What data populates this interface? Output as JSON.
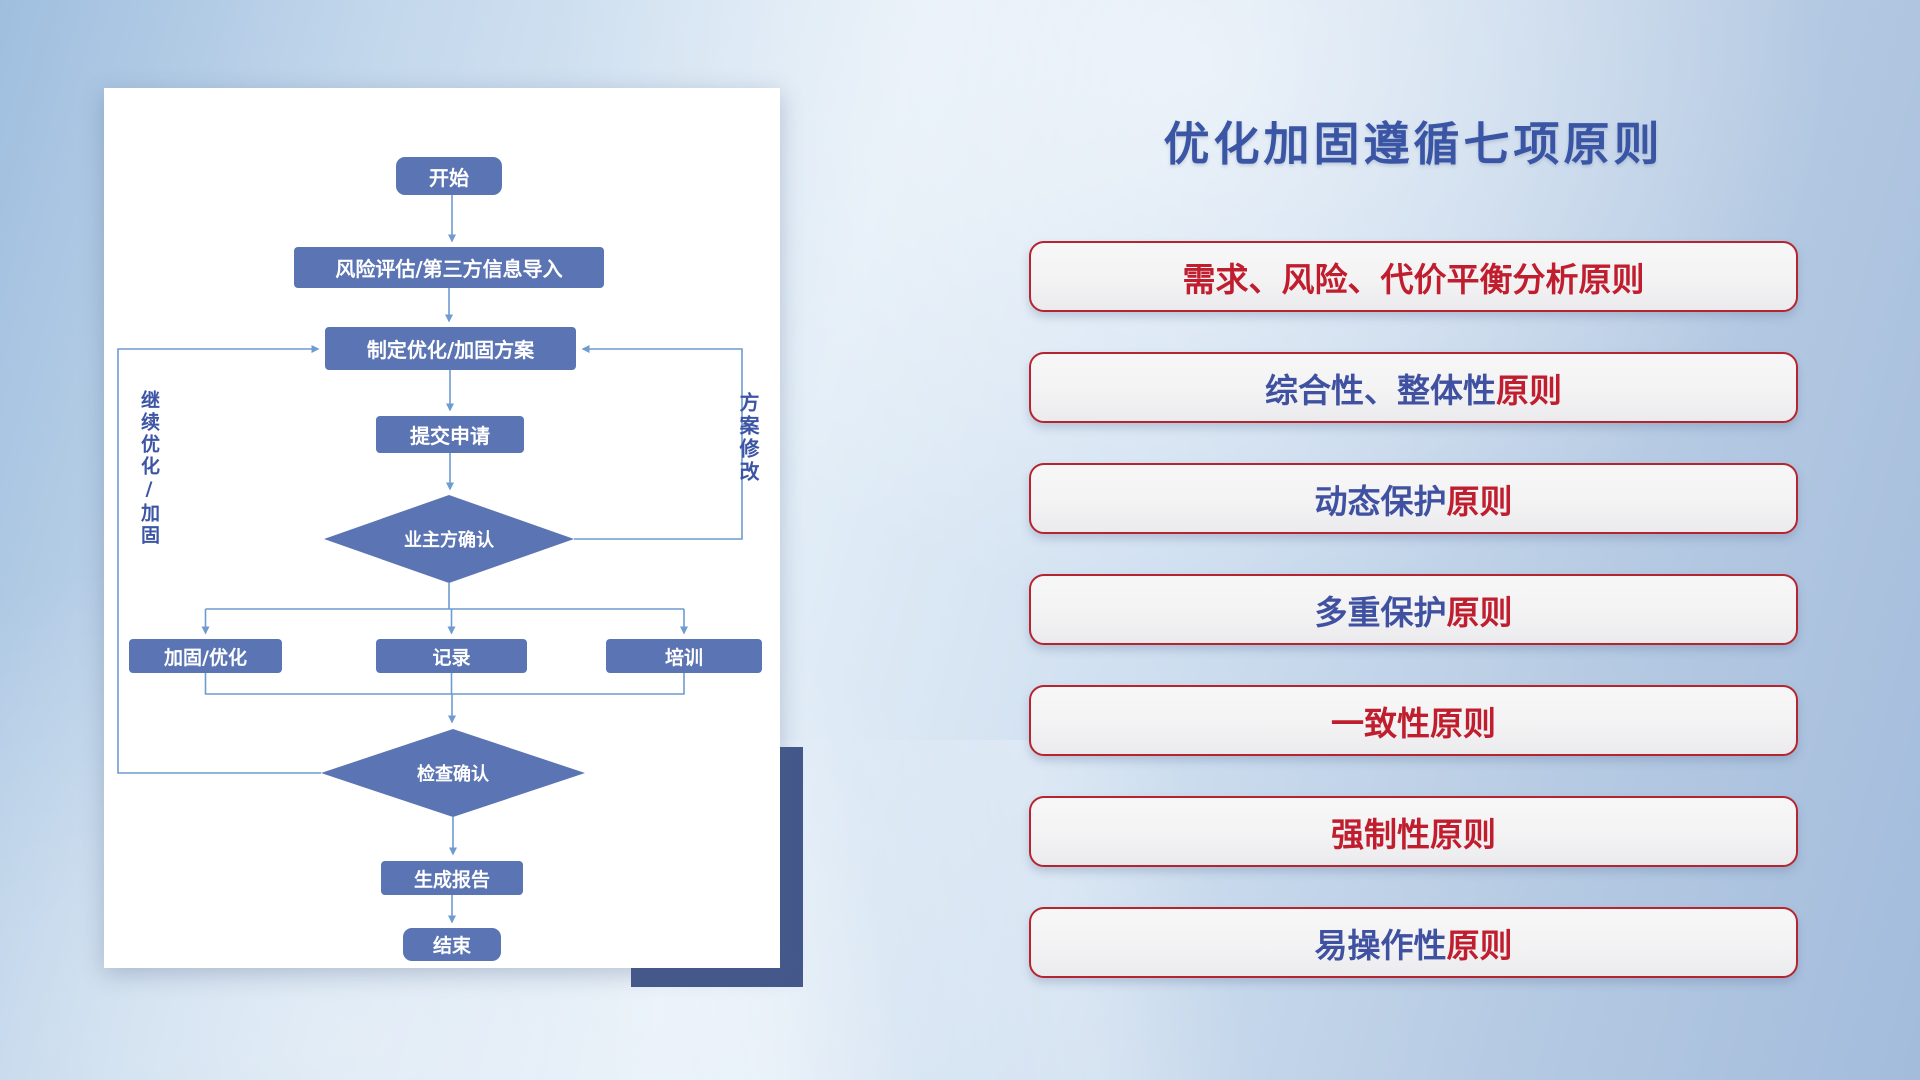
{
  "title": "优化加固遵循七项原则",
  "colors": {
    "title": "#3a55a4",
    "principle_red": "#c01e2e",
    "principle_blue": "#3f51a0",
    "node_fill": "#5b74b4",
    "connector": "#6f9bd1",
    "pill_border": "#b5252f",
    "pill_bg": "#f3f3f4",
    "loop_label": "#3d55a5",
    "card_shadow_rect": "#45588c"
  },
  "flowchart": {
    "start": "开始",
    "risk_import": "风险评估/第三方信息导入",
    "make_plan": "制定优化/加固方案",
    "submit": "提交申请",
    "owner_confirm": "业主方确认",
    "harden_optimize": "加固/优化",
    "record": "记录",
    "training": "培训",
    "check_confirm": "检查确认",
    "report": "生成报告",
    "end": "结束",
    "left_loop_label": "继续优化/加固",
    "right_loop_label": "方案修改"
  },
  "principles": {
    "items": [
      {
        "parts": [
          {
            "text": "需求、风险、代价平衡分析原则",
            "color": "red"
          }
        ]
      },
      {
        "parts": [
          {
            "text": "综合性、整体性",
            "color": "blue"
          },
          {
            "text": "原则",
            "color": "red"
          }
        ]
      },
      {
        "parts": [
          {
            "text": "动态保护",
            "color": "blue"
          },
          {
            "text": "原则",
            "color": "red"
          }
        ]
      },
      {
        "parts": [
          {
            "text": "多重保护",
            "color": "blue"
          },
          {
            "text": "原则",
            "color": "red"
          }
        ]
      },
      {
        "parts": [
          {
            "text": "一致性原则",
            "color": "red"
          }
        ]
      },
      {
        "parts": [
          {
            "text": "强制性原则",
            "color": "red"
          }
        ]
      },
      {
        "parts": [
          {
            "text": "易操作性",
            "color": "blue"
          },
          {
            "text": "原则",
            "color": "red"
          }
        ]
      }
    ]
  }
}
